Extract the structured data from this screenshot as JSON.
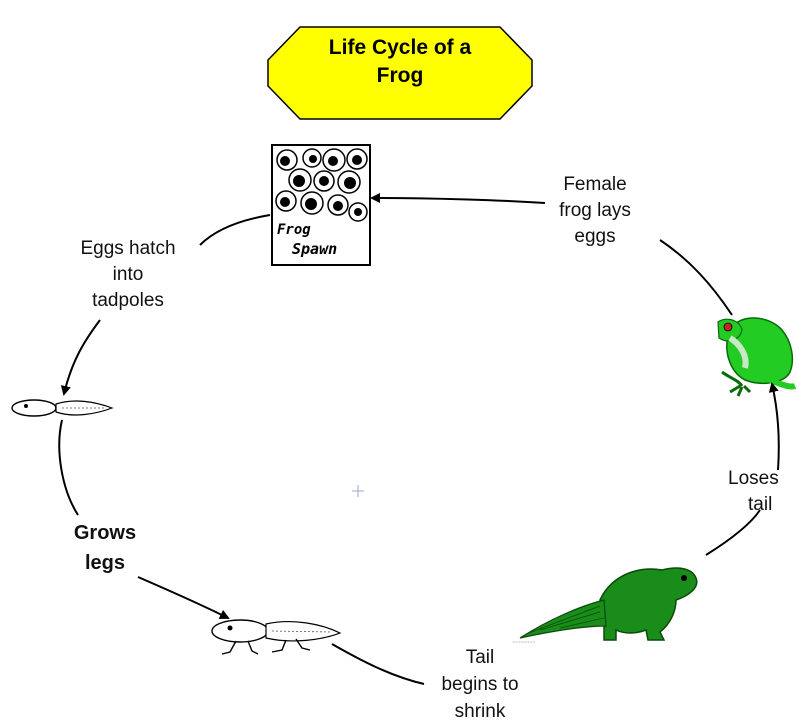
{
  "title": {
    "line1": "Life Cycle of a",
    "line2": "Frog"
  },
  "spawn_label": {
    "line1": "Frog",
    "line2": "Spawn"
  },
  "steps": {
    "female_lays": {
      "line1": "Female",
      "line2": "frog lays",
      "line3": "eggs"
    },
    "eggs_hatch": {
      "line1": "Eggs hatch",
      "line2": "into",
      "line3": "tadpoles"
    },
    "grows_legs": {
      "line1": "Grows",
      "line2": "legs"
    },
    "tail_shrink": {
      "line1": "Tail",
      "line2": "begins to",
      "line3": "shrink"
    },
    "loses_tail": {
      "line1": "Loses",
      "line2": "tail"
    }
  },
  "colors": {
    "title_fill": "#ffff00",
    "frog_green": "#22cc22",
    "froglet_green": "#1a8c1a",
    "arrow": "#000000"
  },
  "icons": [
    "frog-spawn-icon",
    "tadpole-icon",
    "tadpole-with-legs-icon",
    "froglet-icon",
    "adult-frog-icon",
    "center-crosshair-icon"
  ]
}
